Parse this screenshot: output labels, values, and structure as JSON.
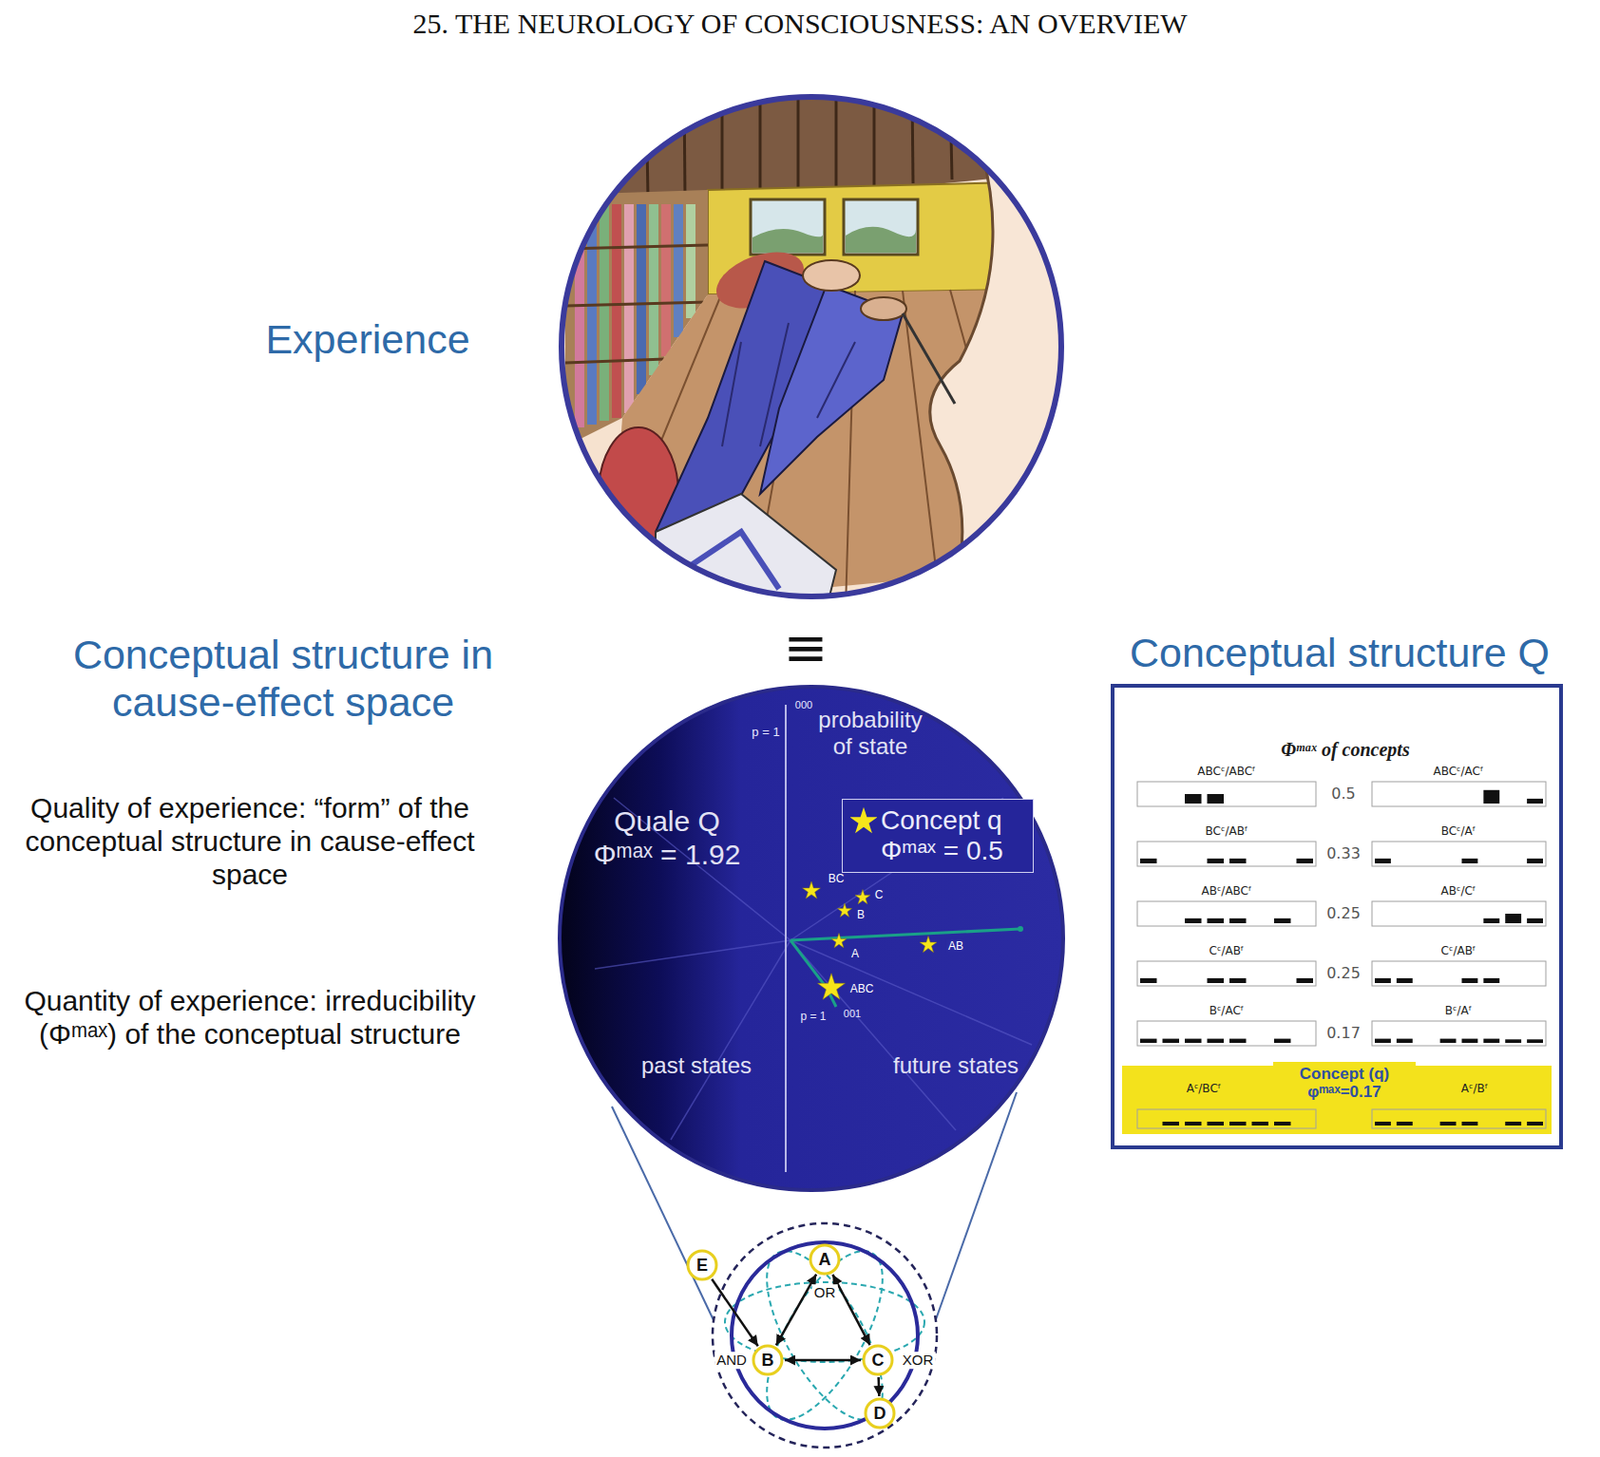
{
  "diagram": {
    "title": "25. THE NEUROLOGY OF CONSCIOUSNESS: AN OVERVIEW",
    "nodes": [
      {
        "text": [
          "Quale Q Φᵐᵃˣ = 1.92",
          "probability of state",
          "past states",
          "future states"
        ]
      },
      {
        "text": [
          "Concept q Φᵐᵃˣ = 0.5"
        ],
        "in": 0
      },
      {
        "text": [
          "A"
        ]
      },
      {
        "text": [
          "B"
        ]
      },
      {
        "text": [
          "C"
        ]
      },
      {
        "text": [
          "D"
        ]
      },
      {
        "text": [
          "E"
        ]
      },
      {
        "text": [
          "Conceptual structure Q",
          "Φᵐᵃˣ of concepts"
        ]
      },
      {
        "text": [
          "Concept (q) φᵐᵃˣ=0.17"
        ],
        "in": 7
      }
    ],
    "edges": [
      {
        "from": 2,
        "to": 3,
        "arrow": "both"
      },
      {
        "from": 2,
        "to": 4,
        "arrow": "both"
      },
      {
        "from": 3,
        "to": 4,
        "arrow": "both"
      },
      {
        "from": 6,
        "to": 3,
        "arrow": "to"
      },
      {
        "from": 4,
        "to": 5,
        "arrow": "to"
      }
    ],
    "labels": [
      "Experience",
      "≡",
      "Conceptual structure in cause-effect space",
      "Quality of experience: “form” of the conceptual structure in cause-effect space",
      "Quantity of experience: irreducibility (Φᵐᵃˣ) of the conceptual structure",
      "p = 1",
      "000",
      "BC",
      "C",
      "B",
      "A",
      "AB",
      "ABC",
      "p = 1",
      "001",
      "OR",
      "AND",
      "XOR",
      "ABCᶜ/ABCᶠ",
      "0.5",
      "ABCᶜ/ACᶠ",
      "BCᶜ/ABᶠ",
      "0.33",
      "BCᶜ/Aᶠ",
      "ABᶜ/ABCᶠ",
      "0.25",
      "ABᶜ/Cᶠ",
      "Cᶜ/ABᶠ",
      "0.25",
      "Cᶜ/ABᶠ",
      "Bᶜ/ACᶠ",
      "0.17",
      "Bᶜ/Aᶠ",
      "Aᶜ/BCᶠ",
      "Aᶜ/Bᶠ"
    ]
  }
}
